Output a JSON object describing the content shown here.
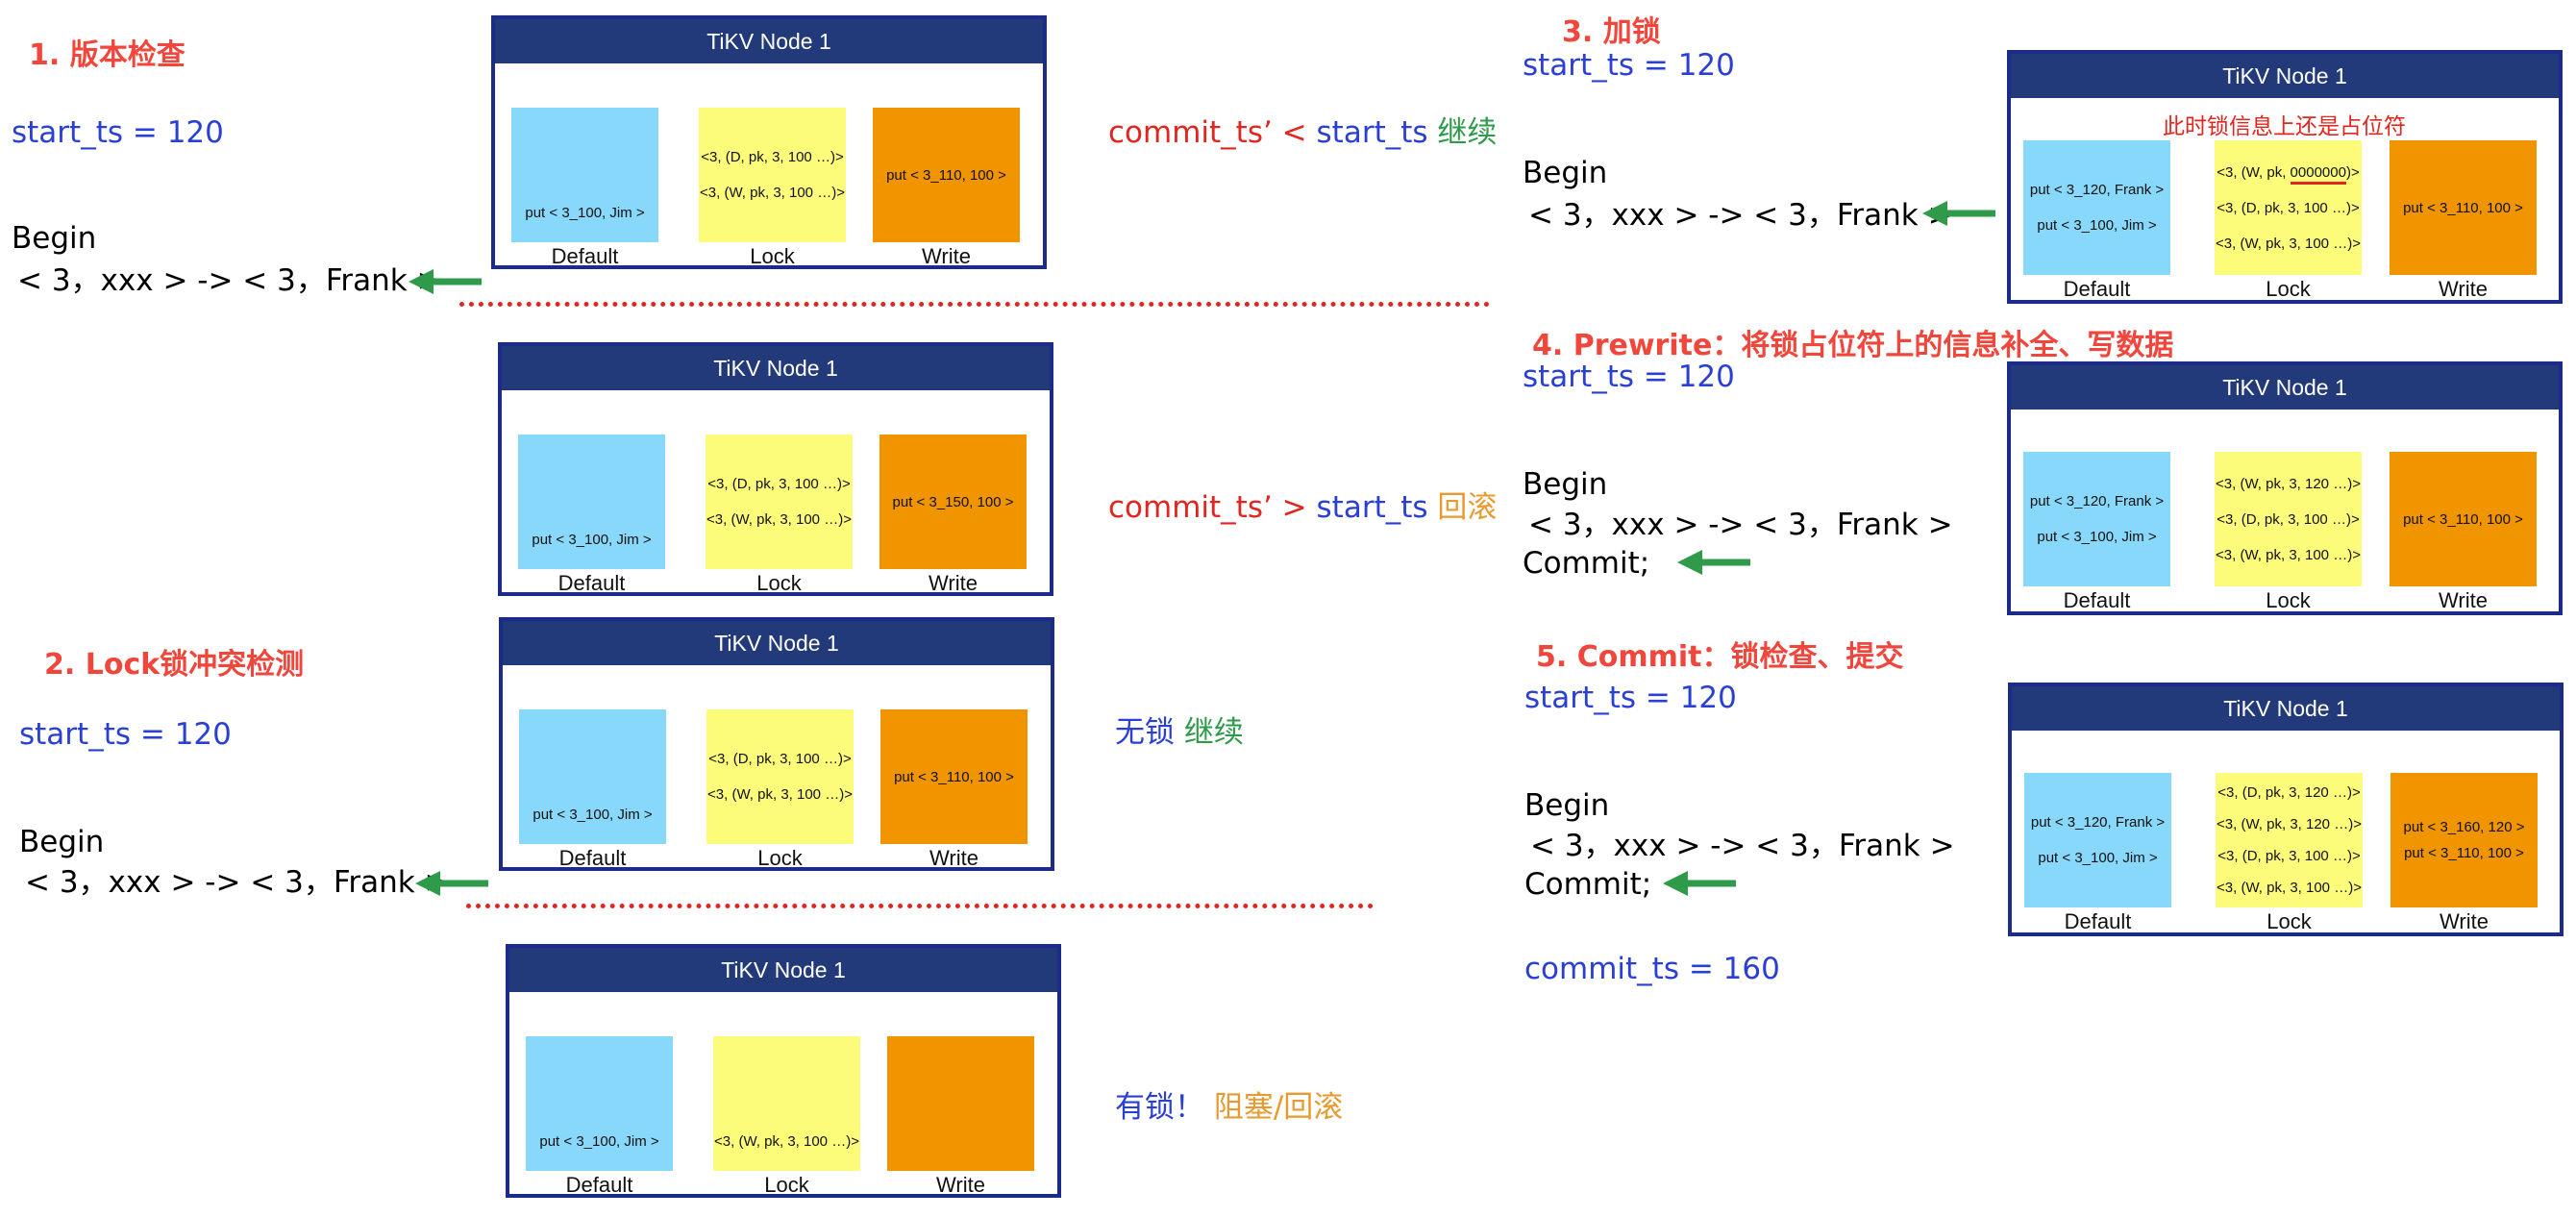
{
  "colors": {
    "accent_red": "#f0463c",
    "blue": "#2a3fd4",
    "green": "#2f9a4a",
    "orange": "#e89a2e",
    "node_header": "#233a7a",
    "default_cf": "#87d8fb",
    "lock_cf": "#fdfb7a",
    "write_cf": "#f09400",
    "arrow": "#2f9a4a"
  },
  "node_title": "TiKV Node 1",
  "cf_labels": {
    "default": "Default",
    "lock": "Lock",
    "write": "Write"
  },
  "s1": {
    "title": "1. 版本检查",
    "start_ts": "start_ts = 120",
    "begin": "Begin",
    "stmt": "< 3，xxx > -> < 3，Frank >",
    "cmp_a": {
      "p1": "commit_ts’ < ",
      "p2": "start_ts ",
      "p3": "继续"
    },
    "cmp_b": {
      "p1": "commit_ts’ > ",
      "p2": "start_ts ",
      "p3": "回滚"
    },
    "nodeA": {
      "default": [
        "put < 3_100, Jim >"
      ],
      "lock": [
        "<3, (D, pk, 3, 100 …)>",
        "<3, (W, pk, 3, 100 …)>"
      ],
      "write": [
        "put < 3_110, 100 >"
      ]
    },
    "nodeB": {
      "default": [
        "put < 3_100, Jim >"
      ],
      "lock": [
        "<3, (D, pk, 3, 100 …)>",
        "<3, (W, pk, 3, 100 …)>"
      ],
      "write": [
        "put < 3_150, 100 >"
      ]
    }
  },
  "s2": {
    "title": "2. Lock锁冲突检测",
    "start_ts": "start_ts = 120",
    "begin": "Begin",
    "stmt": "< 3，xxx > -> < 3，Frank >",
    "cmp_a": {
      "p1": "无锁 ",
      "p2": "继续"
    },
    "cmp_b": {
      "p1": "有锁！  ",
      "p2": "阻塞/回滚"
    },
    "nodeA": {
      "default": [
        "put < 3_100, Jim >"
      ],
      "lock": [
        "<3, (D, pk, 3, 100 …)>",
        "<3, (W, pk, 3, 100 …)>"
      ],
      "write": [
        "put < 3_110, 100 >"
      ]
    },
    "nodeB": {
      "default": [
        "put < 3_100, Jim >"
      ],
      "lock": [
        "<3, (W, pk, 3, 100 …)>"
      ],
      "write": []
    }
  },
  "s3": {
    "title": "3. 加锁",
    "start_ts": "start_ts = 120",
    "begin": "Begin",
    "stmt": "< 3，xxx > -> < 3，Frank >",
    "note": "此时锁信息上还是占位符",
    "node": {
      "default": [
        "put < 3_120, Frank >",
        "put < 3_100, Jim >"
      ],
      "lock_first_prefix": "<3, (W, pk, ",
      "lock_first_ph": "0000000",
      "lock_first_suffix": ")>",
      "lock": [
        "<3, (D, pk, 3, 100 …)>",
        "<3, (W, pk, 3, 100 …)>"
      ],
      "write": [
        "put < 3_110, 100 >"
      ]
    }
  },
  "s4": {
    "title": "4. Prewrite：将锁占位符上的信息补全、写数据",
    "start_ts": "start_ts = 120",
    "begin": "Begin",
    "stmt": "< 3，xxx > -> < 3，Frank >",
    "commit": "Commit;",
    "node": {
      "default": [
        "put < 3_120, Frank >",
        "put < 3_100, Jim >"
      ],
      "lock": [
        "<3, (W, pk, 3, 120 …)>",
        "<3, (D, pk, 3, 100 …)>",
        "<3, (W, pk, 3, 100 …)>"
      ],
      "write": [
        "put < 3_110, 100 >"
      ]
    }
  },
  "s5": {
    "title": "5. Commit：锁检查、提交",
    "start_ts": "start_ts = 120",
    "begin": "Begin",
    "stmt": "< 3，xxx > -> < 3，Frank >",
    "commit": "Commit;",
    "commit_ts": "commit_ts = 160",
    "node": {
      "default": [
        "put < 3_120, Frank >",
        "put < 3_100, Jim >"
      ],
      "lock": [
        "<3, (D, pk, 3, 120 …)>",
        "<3, (W, pk, 3, 120 …)>",
        "<3, (D, pk, 3, 100 …)>",
        "<3, (W, pk, 3, 100 …)>"
      ],
      "write": [
        "put < 3_160, 120 >",
        "put < 3_110, 100 >"
      ]
    }
  }
}
